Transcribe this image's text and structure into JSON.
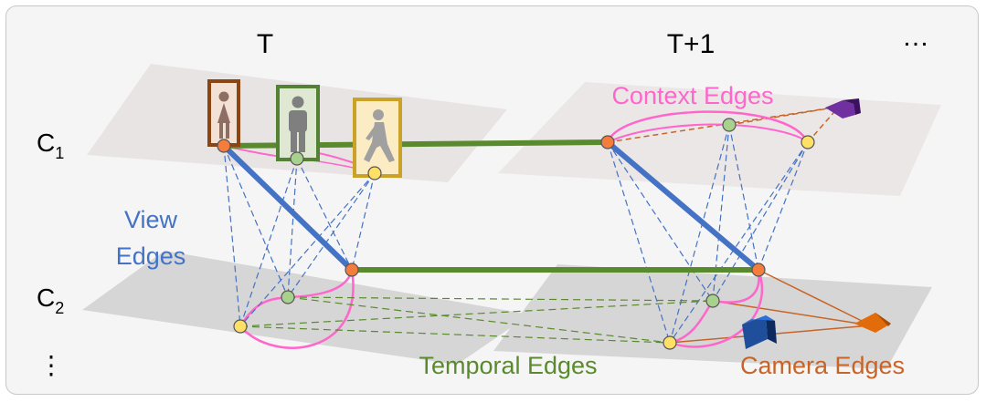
{
  "time_labels": {
    "t": "T",
    "t_plus_1": "T+1",
    "ellipsis": "…"
  },
  "camera_labels": {
    "c1_base": "C",
    "c1_sub": "1",
    "c2_base": "C",
    "c2_sub": "2",
    "vertical_ellipsis": "⋮"
  },
  "edge_labels": {
    "view_line1": "View",
    "view_line2": "Edges",
    "context": "Context Edges",
    "temporal": "Temporal Edges",
    "camera": "Camera Edges"
  },
  "colors": {
    "view_edge": "#4472c4",
    "temporal_edge": "#5a8a2e",
    "context_edge": "#ff66cc",
    "camera_edge": "#c86428",
    "node_orange": "#f47c3c",
    "node_green": "#a9d18e",
    "node_yellow": "#ffe066",
    "box_brown": "#8b4513",
    "box_green": "#548235",
    "box_gold": "#c9a227"
  },
  "icons": [
    "person-female-icon",
    "person-male-icon",
    "person-walking-icon",
    "camera-purple-icon",
    "camera-blue-icon",
    "camera-orange-icon"
  ]
}
